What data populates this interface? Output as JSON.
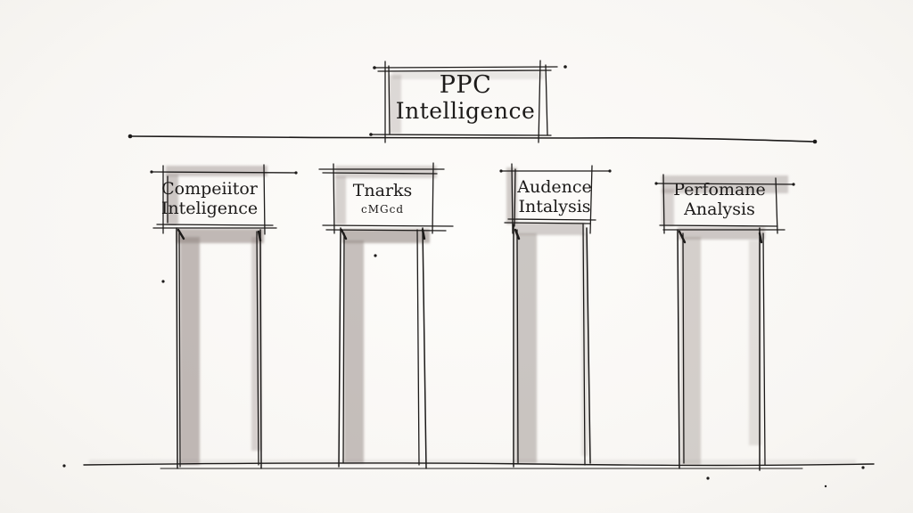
{
  "diagram": {
    "title": {
      "line1": "PPC",
      "line2": "Intelligence"
    },
    "pillars": [
      {
        "line1": "Compeiitor",
        "line2": "Inteligence"
      },
      {
        "line1": "Tnarks",
        "line2": "cMGcd"
      },
      {
        "line1": "Audence",
        "line2": "Intalysis"
      },
      {
        "line1": "Perfomane",
        "line2": "Analysis"
      }
    ],
    "colors": {
      "ink": "#1c1a19",
      "wash": "#8f8480",
      "paper": "#fbfaf8"
    }
  }
}
